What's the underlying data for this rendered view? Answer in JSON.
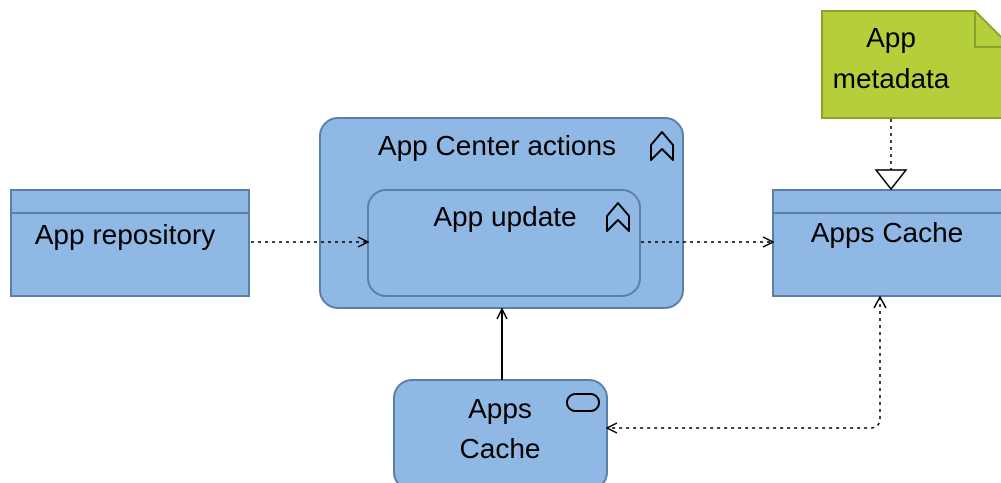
{
  "diagram": {
    "nodes": {
      "app_repository": {
        "label": "App repository",
        "kind": "data-object"
      },
      "app_center_actions": {
        "label": "App Center actions",
        "kind": "function",
        "icon": "chevron-up-icon"
      },
      "app_update": {
        "label": "App update",
        "kind": "function",
        "icon": "chevron-up-icon"
      },
      "apps_cache_data": {
        "label": "Apps Cache",
        "kind": "data-object"
      },
      "app_metadata": {
        "label_line1": "App",
        "label_line2": "metadata",
        "kind": "representation"
      },
      "apps_cache_service": {
        "label_line1": "Apps",
        "label_line2": "Cache",
        "kind": "service",
        "icon": "rounded-rect-service-icon"
      }
    },
    "edges": [
      {
        "from": "app_repository",
        "to": "app_update",
        "type": "access-read",
        "style": "dotted"
      },
      {
        "from": "app_update",
        "to": "apps_cache_data",
        "type": "access-write",
        "style": "dotted"
      },
      {
        "from": "app_metadata",
        "to": "apps_cache_data",
        "type": "realization",
        "style": "dotted"
      },
      {
        "from": "apps_cache_service",
        "to": "app_center_actions",
        "type": "serving",
        "style": "solid"
      },
      {
        "from": "apps_cache_data",
        "to": "apps_cache_service",
        "type": "access-readwrite",
        "style": "dotted"
      }
    ],
    "colors": {
      "element_fill": "#8fb8e4",
      "element_stroke": "#5b7fa6",
      "note_fill": "#b5cf3b",
      "note_stroke": "#8aa12a",
      "edge": "#000000"
    }
  }
}
